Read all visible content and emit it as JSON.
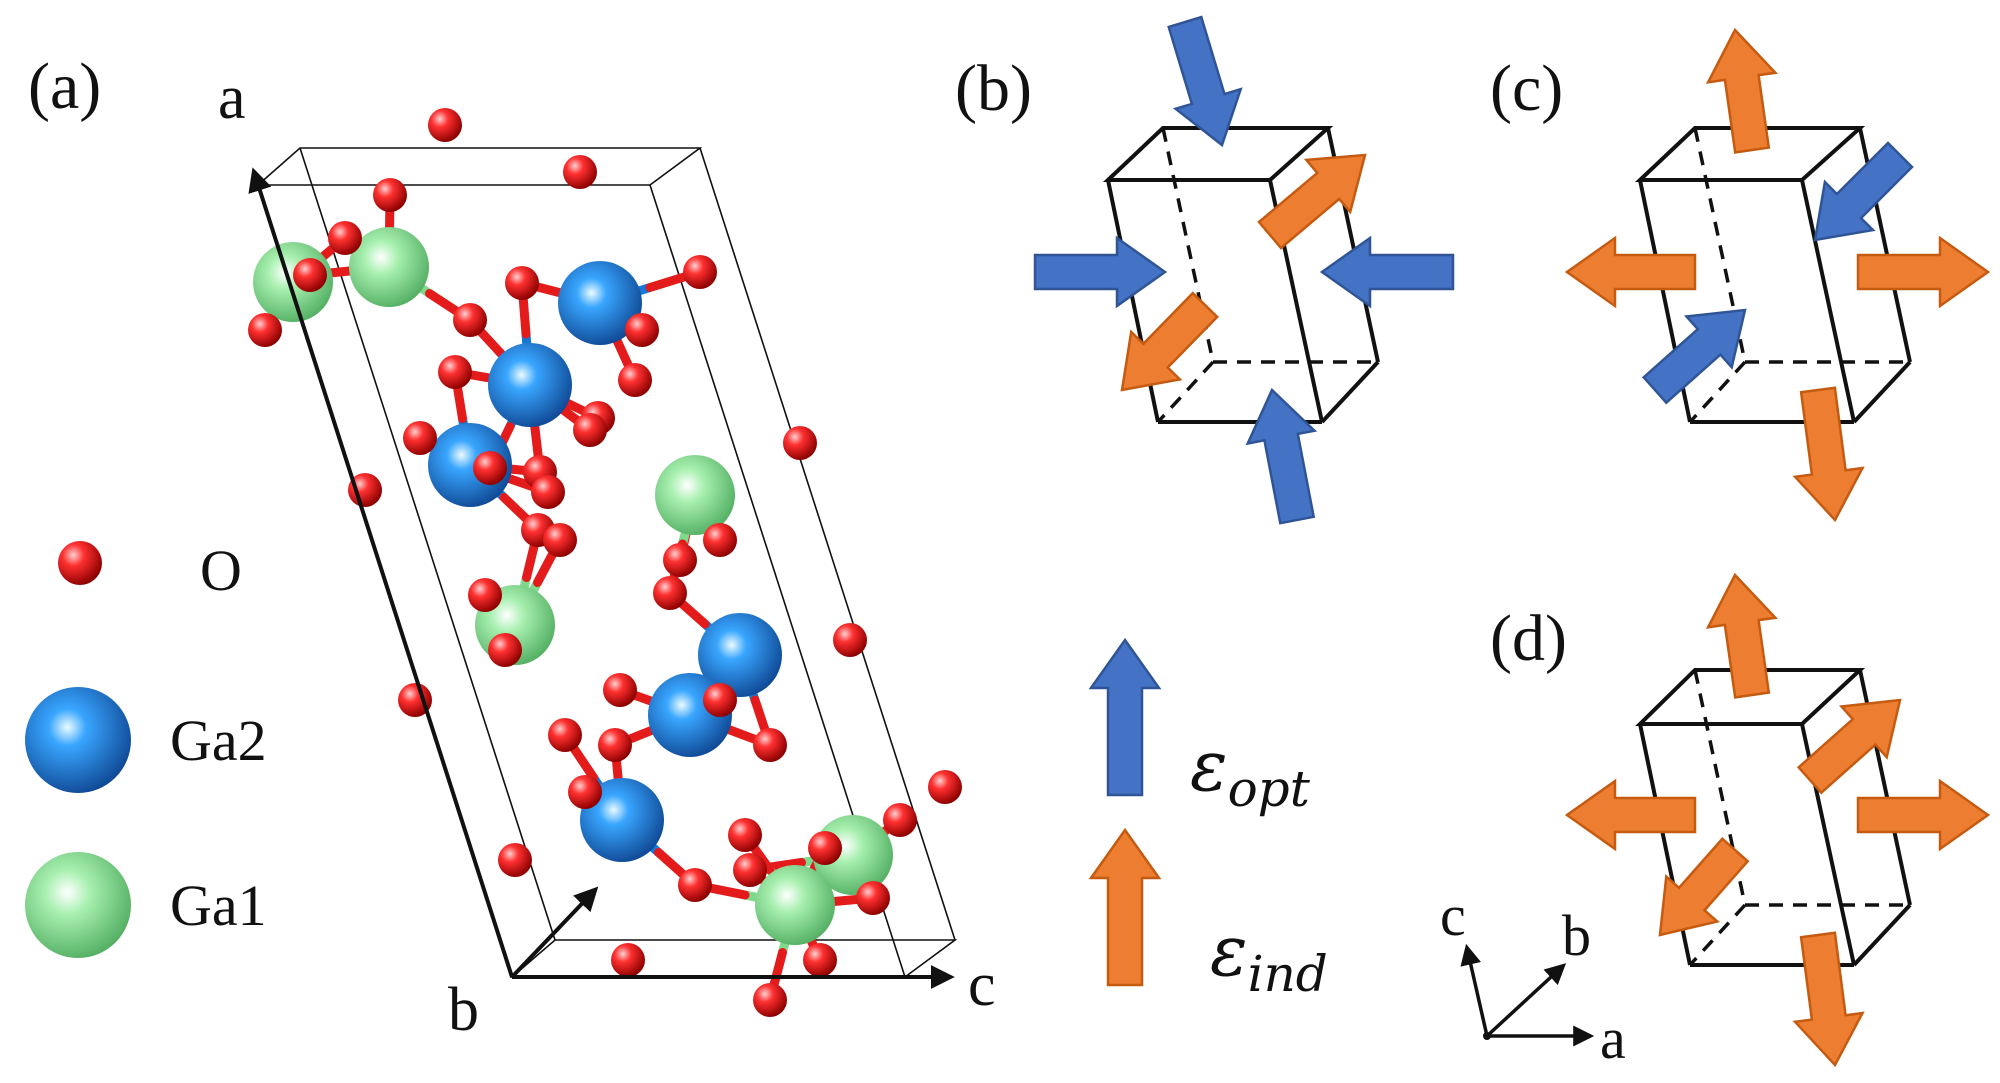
{
  "panels": {
    "a": "(a)",
    "b": "(b)",
    "c": "(c)",
    "d": "(d)"
  },
  "axes_crystal": {
    "a": "a",
    "b": "b",
    "c": "c"
  },
  "axes_small": {
    "a": "a",
    "b": "b",
    "c": "c"
  },
  "legend": {
    "atoms": [
      {
        "label": "O",
        "color": "#e31b1b"
      },
      {
        "label": "Ga2",
        "color": "#1577d6"
      },
      {
        "label": "Ga1",
        "color": "#7fd98a"
      }
    ],
    "strain": [
      {
        "symbol": "ε",
        "subscript": "opt",
        "color": "#4472c4"
      },
      {
        "symbol": "ε",
        "subscript": "ind",
        "color": "#ed7d31"
      }
    ]
  },
  "colors": {
    "oxygen": "#e31b1b",
    "ga2": "#1577d6",
    "ga1": "#7fd98a",
    "optical_arrow": "#4472c4",
    "induced_arrow": "#ed7d31"
  }
}
